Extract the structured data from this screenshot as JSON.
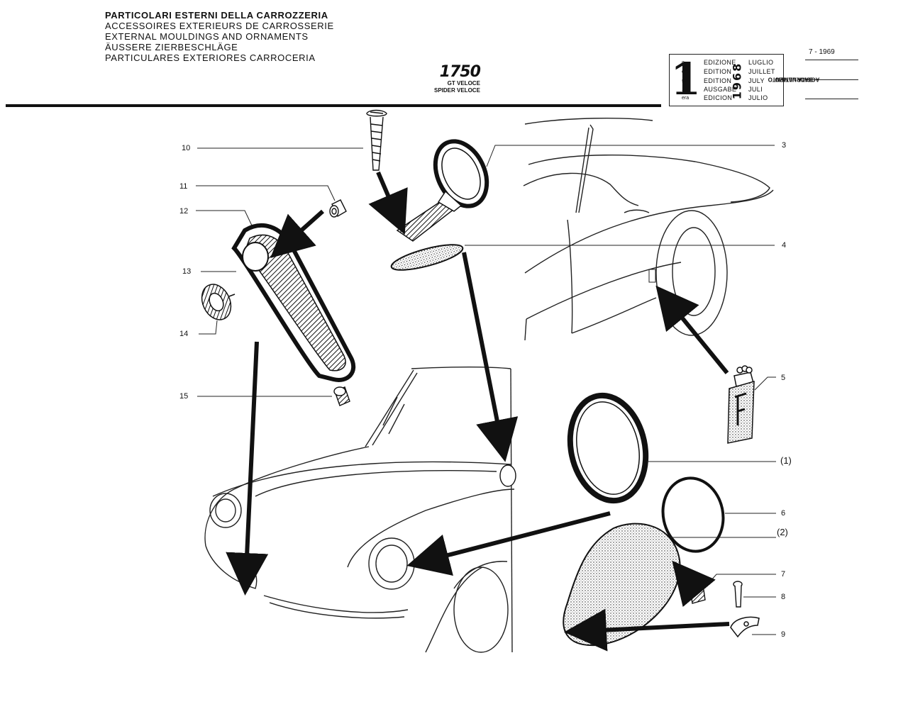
{
  "header": {
    "titles": [
      "PARTICOLARI ESTERNI DELLA CARROZZERIA",
      "ACCESSOIRES EXTERIEURS DE CARROSSERIE",
      "EXTERNAL MOULDINGS AND ORNAMENTS",
      "ÄUSSERE ZIERBESCHLÄGE",
      "PARTICULARES EXTERIORES CARROCERIA"
    ],
    "model_number": "1750",
    "model_variants": [
      "GT VELOCE",
      "SPIDER VELOCE"
    ]
  },
  "edition_box": {
    "big_numeral": "1",
    "suffixes": [
      "o",
      "ere",
      "st",
      ".",
      "era"
    ],
    "words": [
      "EDIZIONE",
      "EDITION",
      "EDITION",
      "AUSGABE",
      "EDICION"
    ],
    "year": "1968",
    "months": [
      "LUGLIO",
      "JUILLET",
      "JULY",
      "JULI",
      "JULIO"
    ]
  },
  "update": {
    "label_lines": [
      "DATA ULTIMO",
      "AGGIORNAMENTO"
    ],
    "date": "7 - 1969"
  },
  "callouts": [
    "10",
    "11",
    "12",
    "13",
    "14",
    "15",
    "3",
    "4",
    "5",
    "(1)",
    "6",
    "(2)",
    "7",
    "8",
    "9"
  ],
  "colors": {
    "ink": "#111111",
    "paper": "#ffffff"
  }
}
